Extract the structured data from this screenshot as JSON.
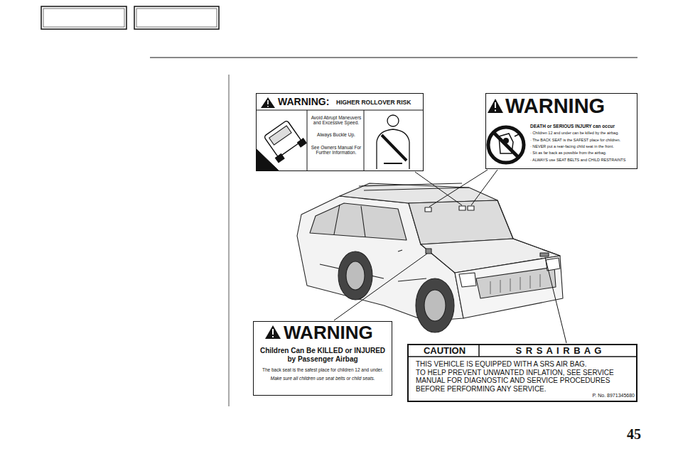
{
  "diagram": {
    "nodes": [
      {
        "text": [
          "WARNING:",
          "HIGHER ROLLOVER RISK",
          "Avoid Abrupt Maneuvers and Excessive Speed.",
          "Always Buckle Up.",
          "See Owners Manual For Further Information."
        ]
      },
      {
        "text": [
          "WARNING",
          "DEATH or SERIOUS INJURY can occur",
          "· Children 12 and under can be killed by the airbag.",
          "· The BACK SEAT is the SAFEST place for children.",
          "· NEVER put a rear-facing child seat in the front.",
          "· Sit as far back as possible from the airbag.",
          "· ALWAYS use SEAT BELTS and CHILD RESTRAINTS"
        ]
      },
      {
        "text": [
          "WARNING",
          "Children Can Be KILLED or INJURED by Passenger Airbag",
          "The back seat is the safest place for children 12 and under.",
          "Make sure all children use seat belts or child seats."
        ]
      },
      {
        "text": [
          "CAUTION",
          "S R S A I R B A G",
          "THIS VEHICLE IS EQUIPPED WITH A SRS AIR BAG.",
          "TO HELP PREVENT UNWANTED INFLATION, SEE SERVICE MANUAL FOR DIAGNOSTIC AND SERVICE PROCEDURES BEFORE PERFORMING ANY SERVICE.",
          "P. No. 8971345680"
        ]
      }
    ],
    "labels": [
      "45"
    ]
  }
}
